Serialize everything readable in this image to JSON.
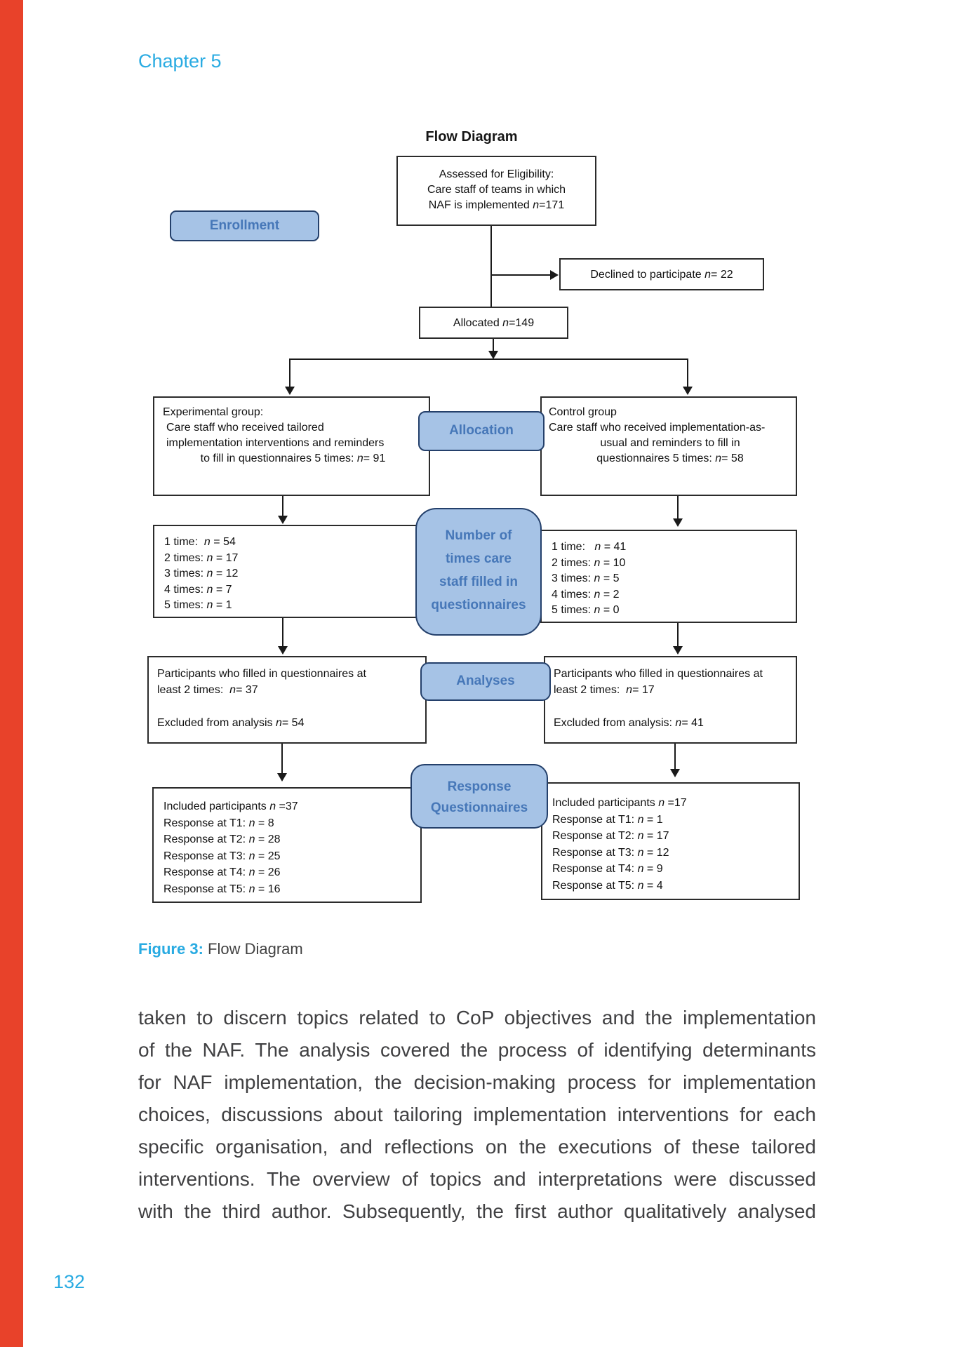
{
  "page": {
    "chapter_label": "Chapter 5",
    "page_number": "132",
    "figure_caption_label": "Figure 3:",
    "figure_caption_text": " Flow Diagram"
  },
  "colors": {
    "accent_blue": "#29ABE2",
    "edge_tab_red": "#E8422A",
    "label_box_fill": "#A6C3E6",
    "label_box_border": "#24406B",
    "label_box_text": "#4677B8"
  },
  "diagram": {
    "title": "Flow Diagram",
    "labels": {
      "enrollment": "Enrollment",
      "allocation": "Allocation",
      "number_of_times": [
        "Number of",
        "times care",
        "staff filled in",
        "questionnaires"
      ],
      "analyses": "Analyses",
      "response": [
        "Response",
        "Questionnaires"
      ]
    },
    "assessed": {
      "lines": [
        "Assessed for Eligibility:",
        "Care staff of teams in which",
        "NAF is implemented *n*=171"
      ]
    },
    "declined": {
      "lines": [
        "Declined to participate *n*= 22"
      ]
    },
    "allocated": {
      "lines": [
        "Allocated *n*=149"
      ]
    },
    "experimental": {
      "lines": [
        "Experimental group:",
        "Care staff who received tailored",
        "implementation interventions and reminders",
        "to fill in questionnaires 5 times: *n*= 91"
      ]
    },
    "control": {
      "lines": [
        "Control group",
        "Care staff who received implementation-as-",
        "usual and reminders to fill in",
        "questionnaires 5 times: *n*= 58"
      ]
    },
    "times_left": {
      "lines": [
        "1 time:  *n* = 54",
        "2 times: *n* = 17",
        "3 times: *n* = 12",
        "4 times: *n* = 7",
        "5 times: *n* = 1"
      ]
    },
    "times_right": {
      "lines": [
        "1 time:   *n* = 41",
        "2 times: *n* = 10",
        "3 times: *n* = 5",
        "4 times: *n* = 2",
        "5 times: *n* = 0"
      ]
    },
    "analyses_left": {
      "lines": [
        "Participants who filled in questionnaires at",
        "least 2 times:  *n*= 37",
        "",
        "Excluded from analysis *n*= 54"
      ]
    },
    "analyses_right": {
      "lines": [
        "Participants who filled in questionnaires at",
        "least 2 times:  *n*= 17",
        "",
        "Excluded from analysis: *n*= 41"
      ]
    },
    "response_left": {
      "lines": [
        "Included participants *n* =37",
        "Response at T1: *n* = 8",
        "Response at T2: *n* = 28",
        "Response at T3: *n* = 25",
        "Response at T4: *n* = 26",
        "Response at T5: *n* = 16"
      ]
    },
    "response_right": {
      "lines": [
        "Included participants *n* =17",
        "Response at T1: *n* = 1",
        "Response at T2: *n* = 17",
        "Response at T3: *n* = 12",
        "Response at T4: *n* = 9",
        "Response at T5: *n* = 4"
      ]
    }
  },
  "body": {
    "lines": [
      "taken to discern topics related to CoP objectives and the implementation",
      "of the NAF. The analysis covered the process of identifying determinants",
      "for NAF implementation, the decision-making process for implementation",
      "choices, discussions about tailoring implementation interventions for each",
      "specific organisation, and reflections on the executions of these tailored",
      "interventions. The overview of topics and interpretations were discussed",
      "with the third author. Subsequently, the first author qualitatively analysed"
    ]
  }
}
